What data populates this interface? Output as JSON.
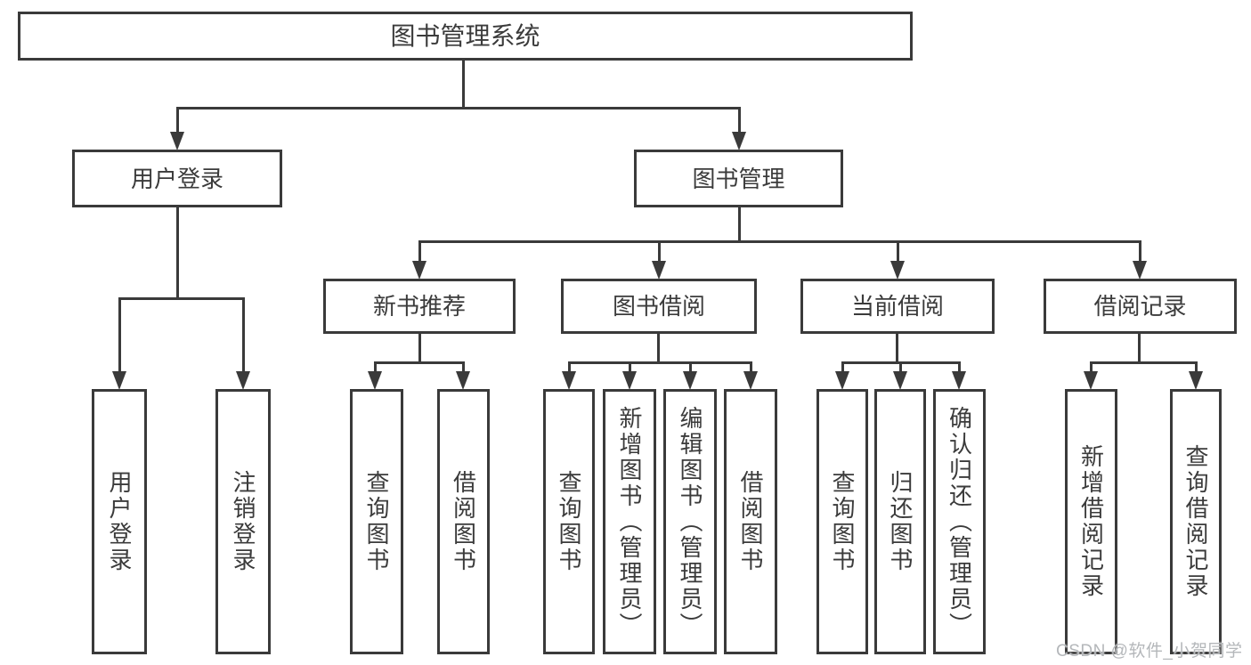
{
  "diagram": {
    "root": "图书管理系统",
    "level2": {
      "user_login": "用户登录",
      "book_mgmt": "图书管理"
    },
    "level3": {
      "new_books": "新书推荐",
      "book_borrow": "图书借阅",
      "current_borrow": "当前借阅",
      "borrow_records": "借阅记录"
    },
    "leaves": {
      "user_login": [
        "用户登录",
        "注销登录"
      ],
      "new_books": [
        "查询图书",
        "借阅图书"
      ],
      "book_borrow": [
        "查询图书",
        "新增图书（管理员）",
        "编辑图书（管理员）",
        "借阅图书"
      ],
      "current_borrow": [
        "查询图书",
        "归还图书",
        "确认归还（管理员）"
      ],
      "borrow_records": [
        "新增借阅记录",
        "查询借阅记录"
      ]
    }
  },
  "watermark": {
    "text": "CSDN @软件_小贺同学"
  },
  "colors": {
    "line": "#3a3a3a",
    "text": "#3b3b3b",
    "box_background": "#ffffff",
    "page_background": "#ffffff",
    "watermark": "#b4b7ba"
  }
}
